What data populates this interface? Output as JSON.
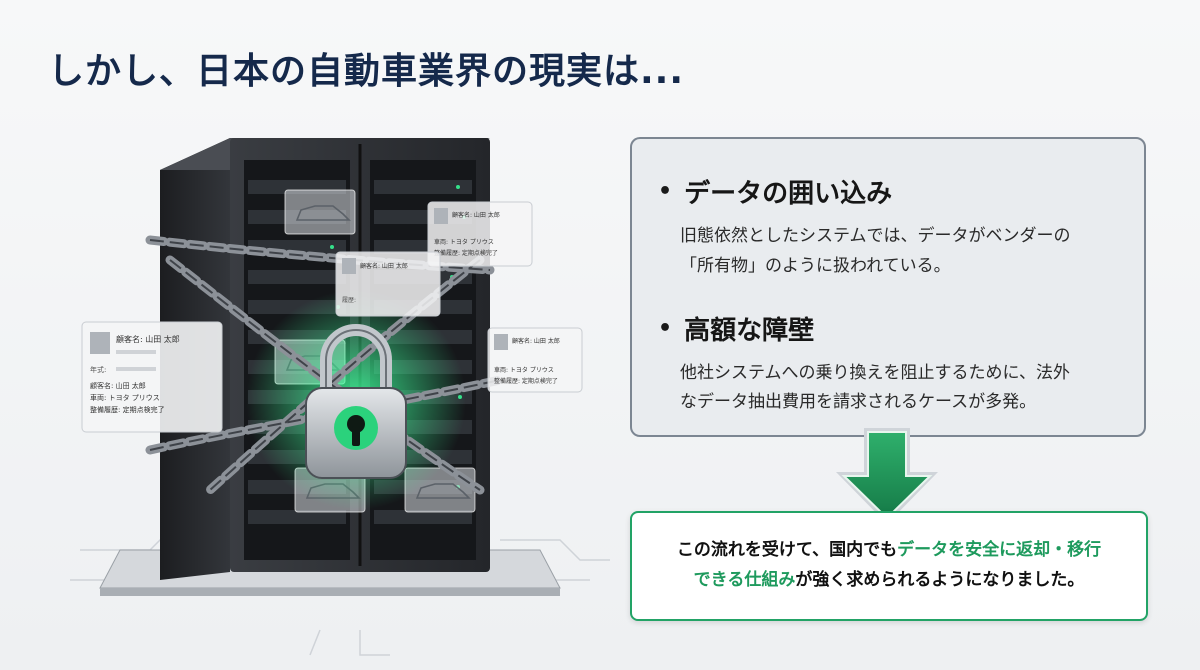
{
  "title": "しかし、日本の自動車業界の現実は...",
  "illustration": {
    "card_main": {
      "name_label": "顧客名: 山田 太郎",
      "r1": "年式:",
      "r2": "顧客名: 山田 太郎",
      "r3": "車両: トヨタ プリウス",
      "r4": "整備履歴: 定期点検完了"
    },
    "card_top_right": {
      "name_label": "顧客名: 山田 太郎",
      "r1": "車両: トヨタ プリウス",
      "r2": "整備履歴: 定期点検完了"
    },
    "card_mid": {
      "name_label": "顧客名: 山田 太郎",
      "r1": "履歴:"
    },
    "card_right": {
      "name_label": "顧客名: 山田 太郎",
      "r1": "車両: トヨタ プリウス",
      "r2": "整備履歴: 定期点検完了"
    }
  },
  "points": [
    {
      "title": "データの囲い込み",
      "body_l1": "旧態依然としたシステムでは、データがベンダーの",
      "body_l2": "「所有物」のように扱われている。"
    },
    {
      "title": "高額な障壁",
      "body_l1": "他社システムへの乗り換えを阻止するために、法外",
      "body_l2": "なデータ抽出費用を請求されるケースが多発。"
    }
  ],
  "bullet": "•",
  "conclusion": {
    "l1_pre": "この流れを受けて、国内でも",
    "l1_hl": "データを安全に返却・移行",
    "l2_hl": "できる仕組み",
    "l2_post": "が強く求められるようになりました。"
  },
  "colors": {
    "title": "#15294b",
    "accent_green": "#22a366",
    "panel_border": "#7c8692"
  }
}
